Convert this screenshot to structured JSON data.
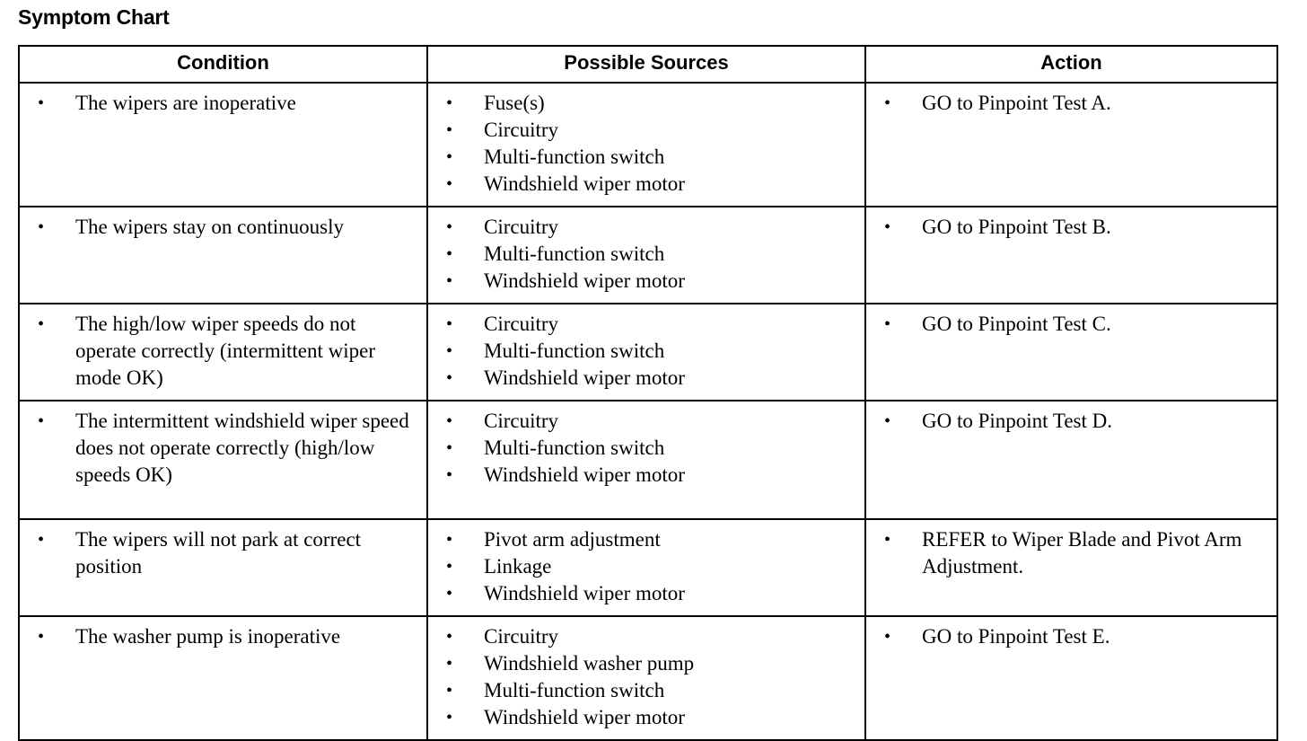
{
  "document": {
    "title": "Symptom Chart"
  },
  "table": {
    "headers": {
      "condition": "Condition",
      "sources": "Possible Sources",
      "action": "Action"
    },
    "bullet_glyph": "•",
    "rows": [
      {
        "condition": [
          "The wipers are inoperative"
        ],
        "sources": [
          "Fuse(s)",
          "Circuitry",
          "Multi-function switch",
          "Windshield wiper motor"
        ],
        "action": [
          "GO to Pinpoint Test A."
        ]
      },
      {
        "condition": [
          "The wipers stay on continuously"
        ],
        "sources": [
          "Circuitry",
          "Multi-function switch",
          "Windshield wiper motor"
        ],
        "action": [
          "GO to Pinpoint Test B."
        ]
      },
      {
        "condition": [
          "The high/low wiper speeds do not operate correctly (intermittent wiper mode OK)"
        ],
        "sources": [
          "Circuitry",
          "Multi-function switch",
          "Windshield wiper motor"
        ],
        "action": [
          "GO to Pinpoint Test C."
        ]
      },
      {
        "condition": [
          "The intermittent windshield wiper speed does not operate correctly (high/low speeds OK)"
        ],
        "sources": [
          "Circuitry",
          "Multi-function switch",
          "Windshield wiper motor"
        ],
        "action": [
          "GO to Pinpoint Test D."
        ]
      },
      {
        "condition": [
          "The wipers will not park at correct position"
        ],
        "sources": [
          "Pivot arm adjustment",
          "Linkage",
          "Windshield wiper motor"
        ],
        "action": [
          "REFER to Wiper Blade and Pivot Arm Adjustment."
        ]
      },
      {
        "condition": [
          "The washer pump is inoperative"
        ],
        "sources": [
          "Circuitry",
          "Windshield washer pump",
          "Multi-function switch",
          "Windshield wiper motor"
        ],
        "action": [
          "GO to Pinpoint Test E."
        ]
      }
    ]
  },
  "colors": {
    "text": "#000000",
    "background": "#ffffff",
    "border": "#000000"
  }
}
